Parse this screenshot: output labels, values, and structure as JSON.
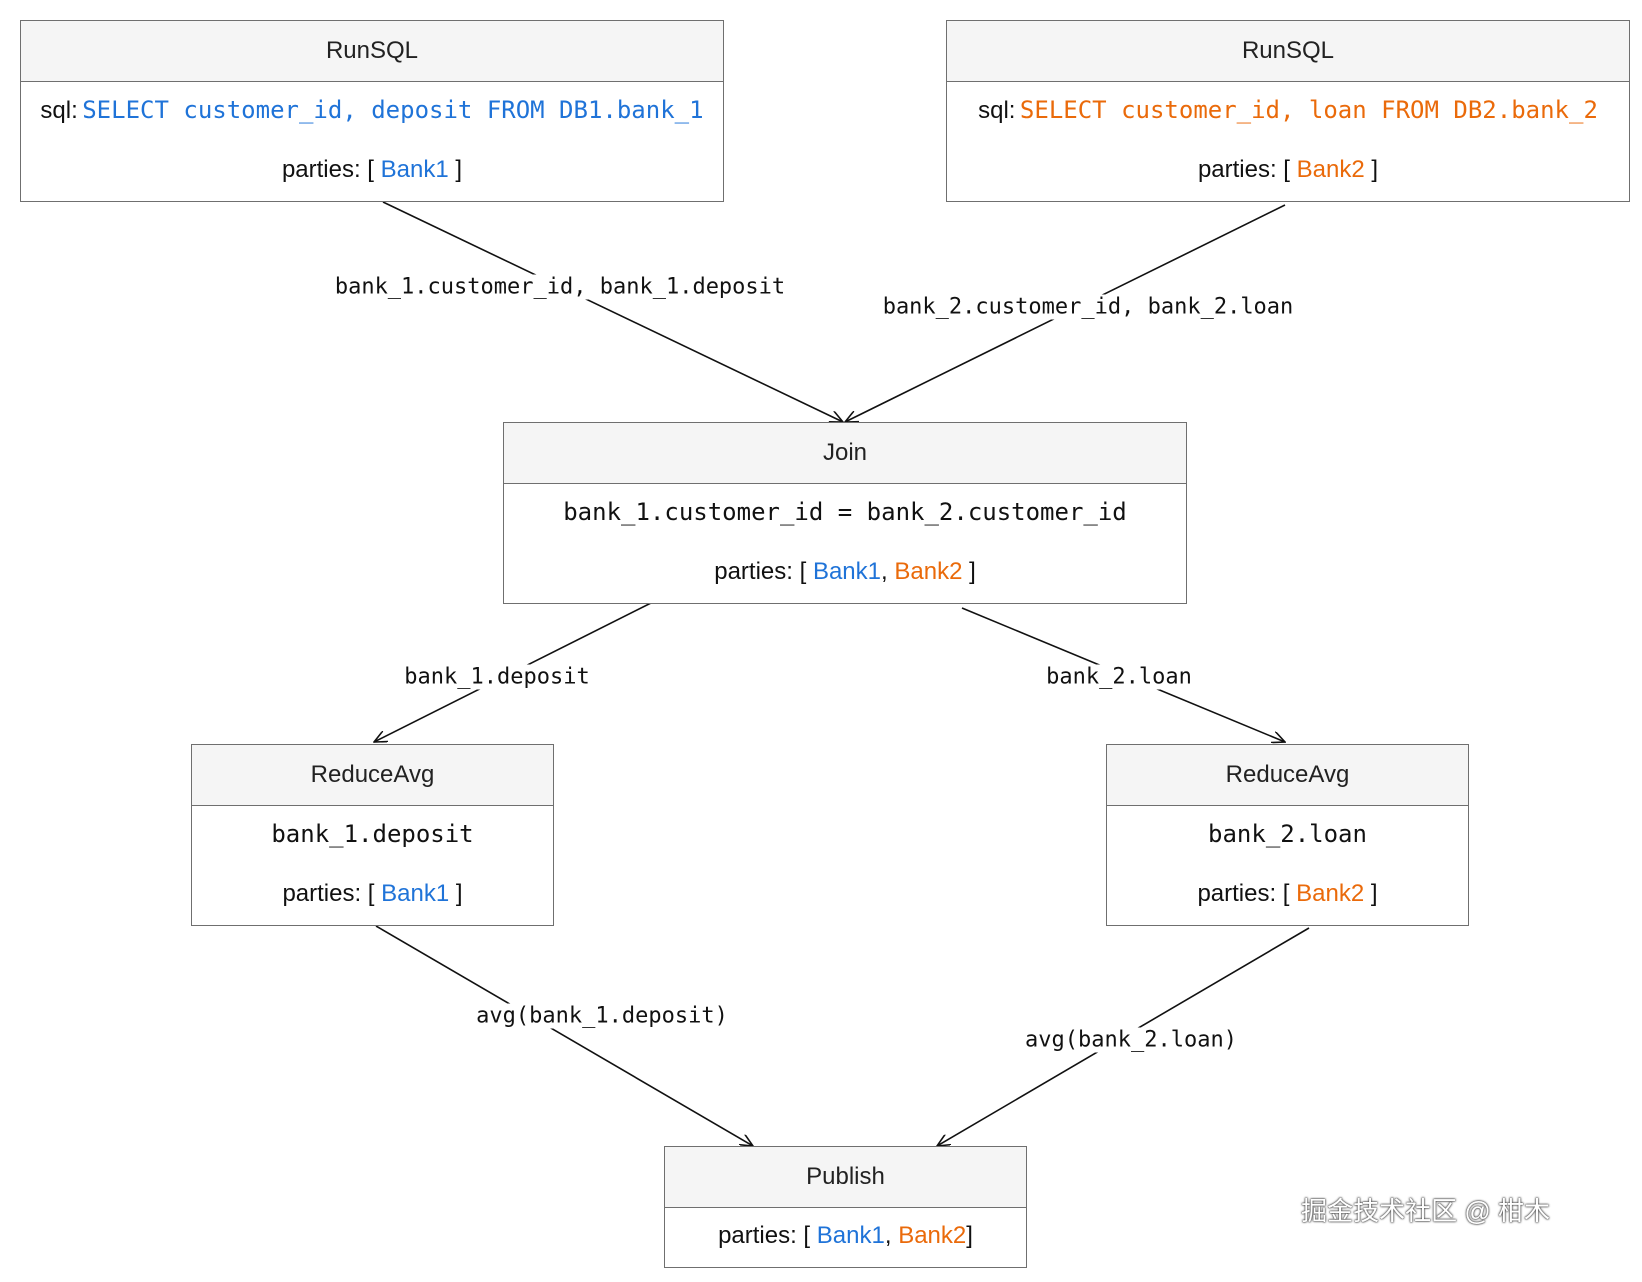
{
  "nodes": {
    "runsql1": {
      "title": "RunSQL",
      "sql_label": "sql:",
      "sql": "SELECT customer_id, deposit FROM DB1.bank_1",
      "parties_prefix": "parties: [ ",
      "parties_suffix": " ]",
      "party": "Bank1"
    },
    "runsql2": {
      "title": "RunSQL",
      "sql_label": "sql:",
      "sql": "SELECT customer_id, loan FROM DB2.bank_2",
      "parties_prefix": "parties: [ ",
      "parties_suffix": " ]",
      "party": "Bank2"
    },
    "join": {
      "title": "Join",
      "condition": "bank_1.customer_id = bank_2.customer_id",
      "parties_prefix": "parties: [ ",
      "party1": "Bank1",
      "sep": ", ",
      "party2": "Bank2",
      "parties_suffix": " ]"
    },
    "reduce1": {
      "title": "ReduceAvg",
      "field": "bank_1.deposit",
      "parties_prefix": "parties: [ ",
      "party": "Bank1",
      "parties_suffix": " ]"
    },
    "reduce2": {
      "title": "ReduceAvg",
      "field": "bank_2.loan",
      "parties_prefix": "parties: [ ",
      "party": "Bank2",
      "parties_suffix": " ]"
    },
    "publish": {
      "title": "Publish",
      "parties_prefix": "parties: [ ",
      "party1": "Bank1",
      "sep": ", ",
      "party2": "Bank2",
      "parties_suffix": "]"
    }
  },
  "edges": {
    "runsql1_join": "bank_1.customer_id, bank_1.deposit",
    "runsql2_join": "bank_2.customer_id, bank_2.loan",
    "join_reduce1": "bank_1.deposit",
    "join_reduce2": "bank_2.loan",
    "reduce1_publish": "avg(bank_1.deposit)",
    "reduce2_publish": "avg(bank_2.loan)"
  },
  "colors": {
    "bank1": "#1f73d8",
    "bank2": "#ea6a0a",
    "border": "#6f6f6f",
    "header_bg": "#f5f5f5"
  },
  "watermark": "掘金技术社区 @ 柑木"
}
